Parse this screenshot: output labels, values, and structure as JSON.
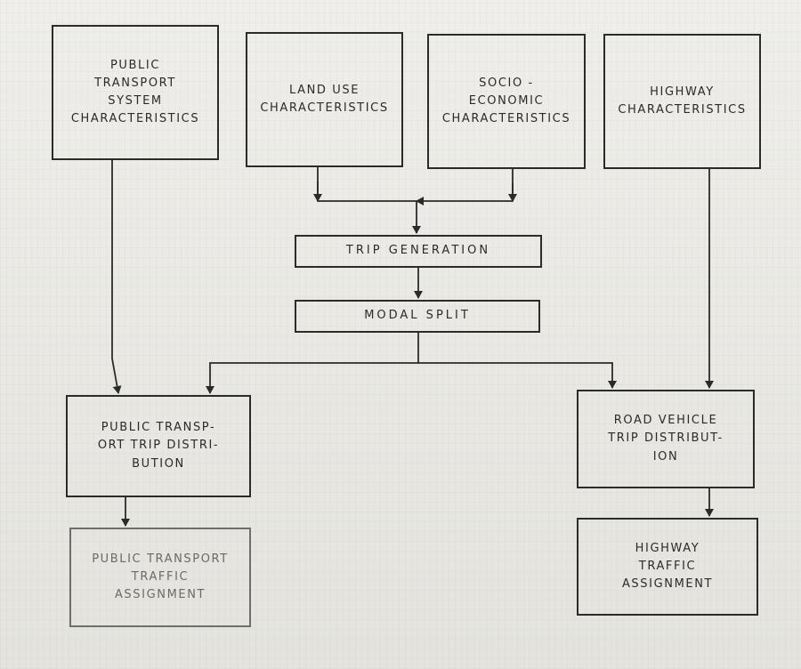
{
  "diagram": {
    "nodes": {
      "public_transport_system": {
        "lines": [
          "Public",
          "Transport",
          "System",
          "Characteristics"
        ]
      },
      "land_use": {
        "lines": [
          "Land Use",
          "Characteristics"
        ]
      },
      "socio_economic": {
        "lines": [
          "Socio -",
          "Economic",
          "Characteristics"
        ]
      },
      "highway": {
        "lines": [
          "Highway",
          "Characteristics"
        ]
      },
      "trip_generation": {
        "lines": [
          "Trip Generation"
        ]
      },
      "modal_split": {
        "lines": [
          "Modal Split"
        ]
      },
      "pt_trip_distribution": {
        "lines": [
          "Public Transp-",
          "ort Trip Distri-",
          "bution"
        ]
      },
      "road_vehicle_trip_distribution": {
        "lines": [
          "Road Vehicle",
          "Trip Distribut-",
          "ion"
        ]
      },
      "pt_traffic_assignment": {
        "lines": [
          "Public Transport",
          "Traffic",
          "Assignment"
        ]
      },
      "highway_traffic_assignment": {
        "lines": [
          "Highway",
          "Traffic",
          "Assignment"
        ]
      }
    },
    "edges": [
      {
        "from": "land_use",
        "to": "trip_generation"
      },
      {
        "from": "socio_economic",
        "to": "trip_generation"
      },
      {
        "from": "trip_generation",
        "to": "modal_split"
      },
      {
        "from": "modal_split",
        "to": "pt_trip_distribution"
      },
      {
        "from": "modal_split",
        "to": "road_vehicle_trip_distribution"
      },
      {
        "from": "public_transport_system",
        "to": "pt_trip_distribution"
      },
      {
        "from": "highway",
        "to": "road_vehicle_trip_distribution"
      },
      {
        "from": "pt_trip_distribution",
        "to": "pt_traffic_assignment"
      },
      {
        "from": "road_vehicle_trip_distribution",
        "to": "highway_traffic_assignment"
      }
    ]
  }
}
